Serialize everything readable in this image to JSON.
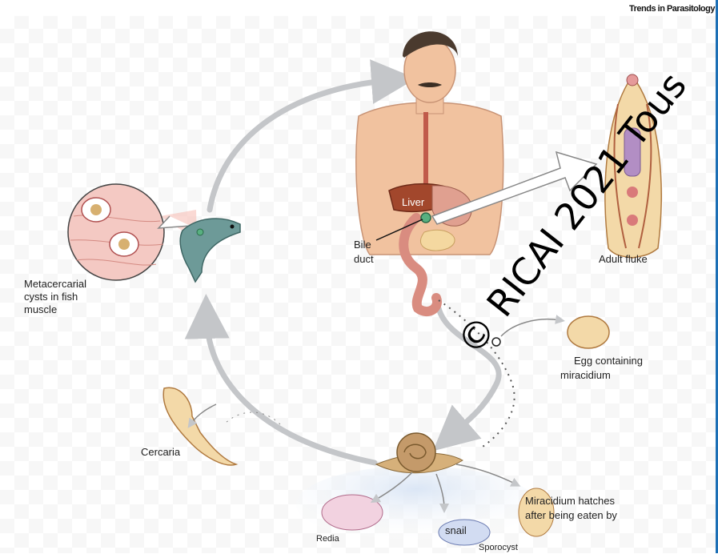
{
  "source": "Trends in Parasitology",
  "watermark": "© RICAI 2021 Tous",
  "labels": {
    "liver": "Liver",
    "bile_duct_1": "Bile",
    "bile_duct_2": "duct",
    "adult_fluke": "Adult fluke",
    "metacercarial_1": "Metacercarial",
    "metacercarial_2": "cysts in fish",
    "metacercarial_3": "muscle",
    "egg_1": "Egg containing",
    "egg_2": "miracidium",
    "cercaria": "Cercaria",
    "miracidium_1": "Miracidium hatches",
    "miracidium_2": "after being eaten by",
    "snail": "snail",
    "redia": "Redia",
    "sporocyst": "Sporocyst"
  },
  "colors": {
    "cycle_arrow": "#c4c6c9",
    "skin": "#f1c29f",
    "liver": "#a2472c",
    "intestine": "#d98c80",
    "fluke": "#f3d9a8",
    "edge": "#1c6fb5"
  }
}
